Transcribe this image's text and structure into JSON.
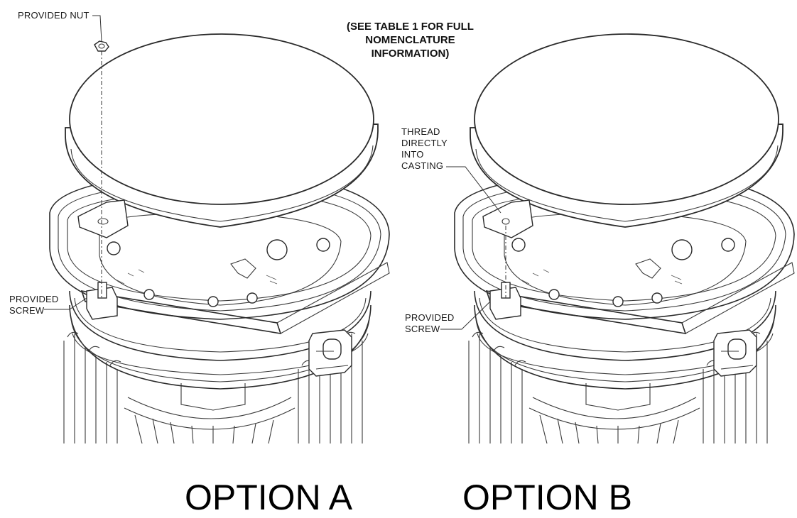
{
  "note": "(SEE TABLE 1 FOR FULL\nNOMENCLATURE\nINFORMATION)",
  "option_a": {
    "label": "OPTION A",
    "callouts": {
      "provided_nut": "PROVIDED NUT",
      "provided_screw": "PROVIDED\nSCREW"
    }
  },
  "option_b": {
    "label": "OPTION B",
    "callouts": {
      "thread_directly": "THREAD\nDIRECTLY\nINTO\nCASTING",
      "provided_screw": "PROVIDED\nSCREW"
    }
  },
  "colors": {
    "line": "#2a2a2a",
    "background": "#ffffff"
  }
}
